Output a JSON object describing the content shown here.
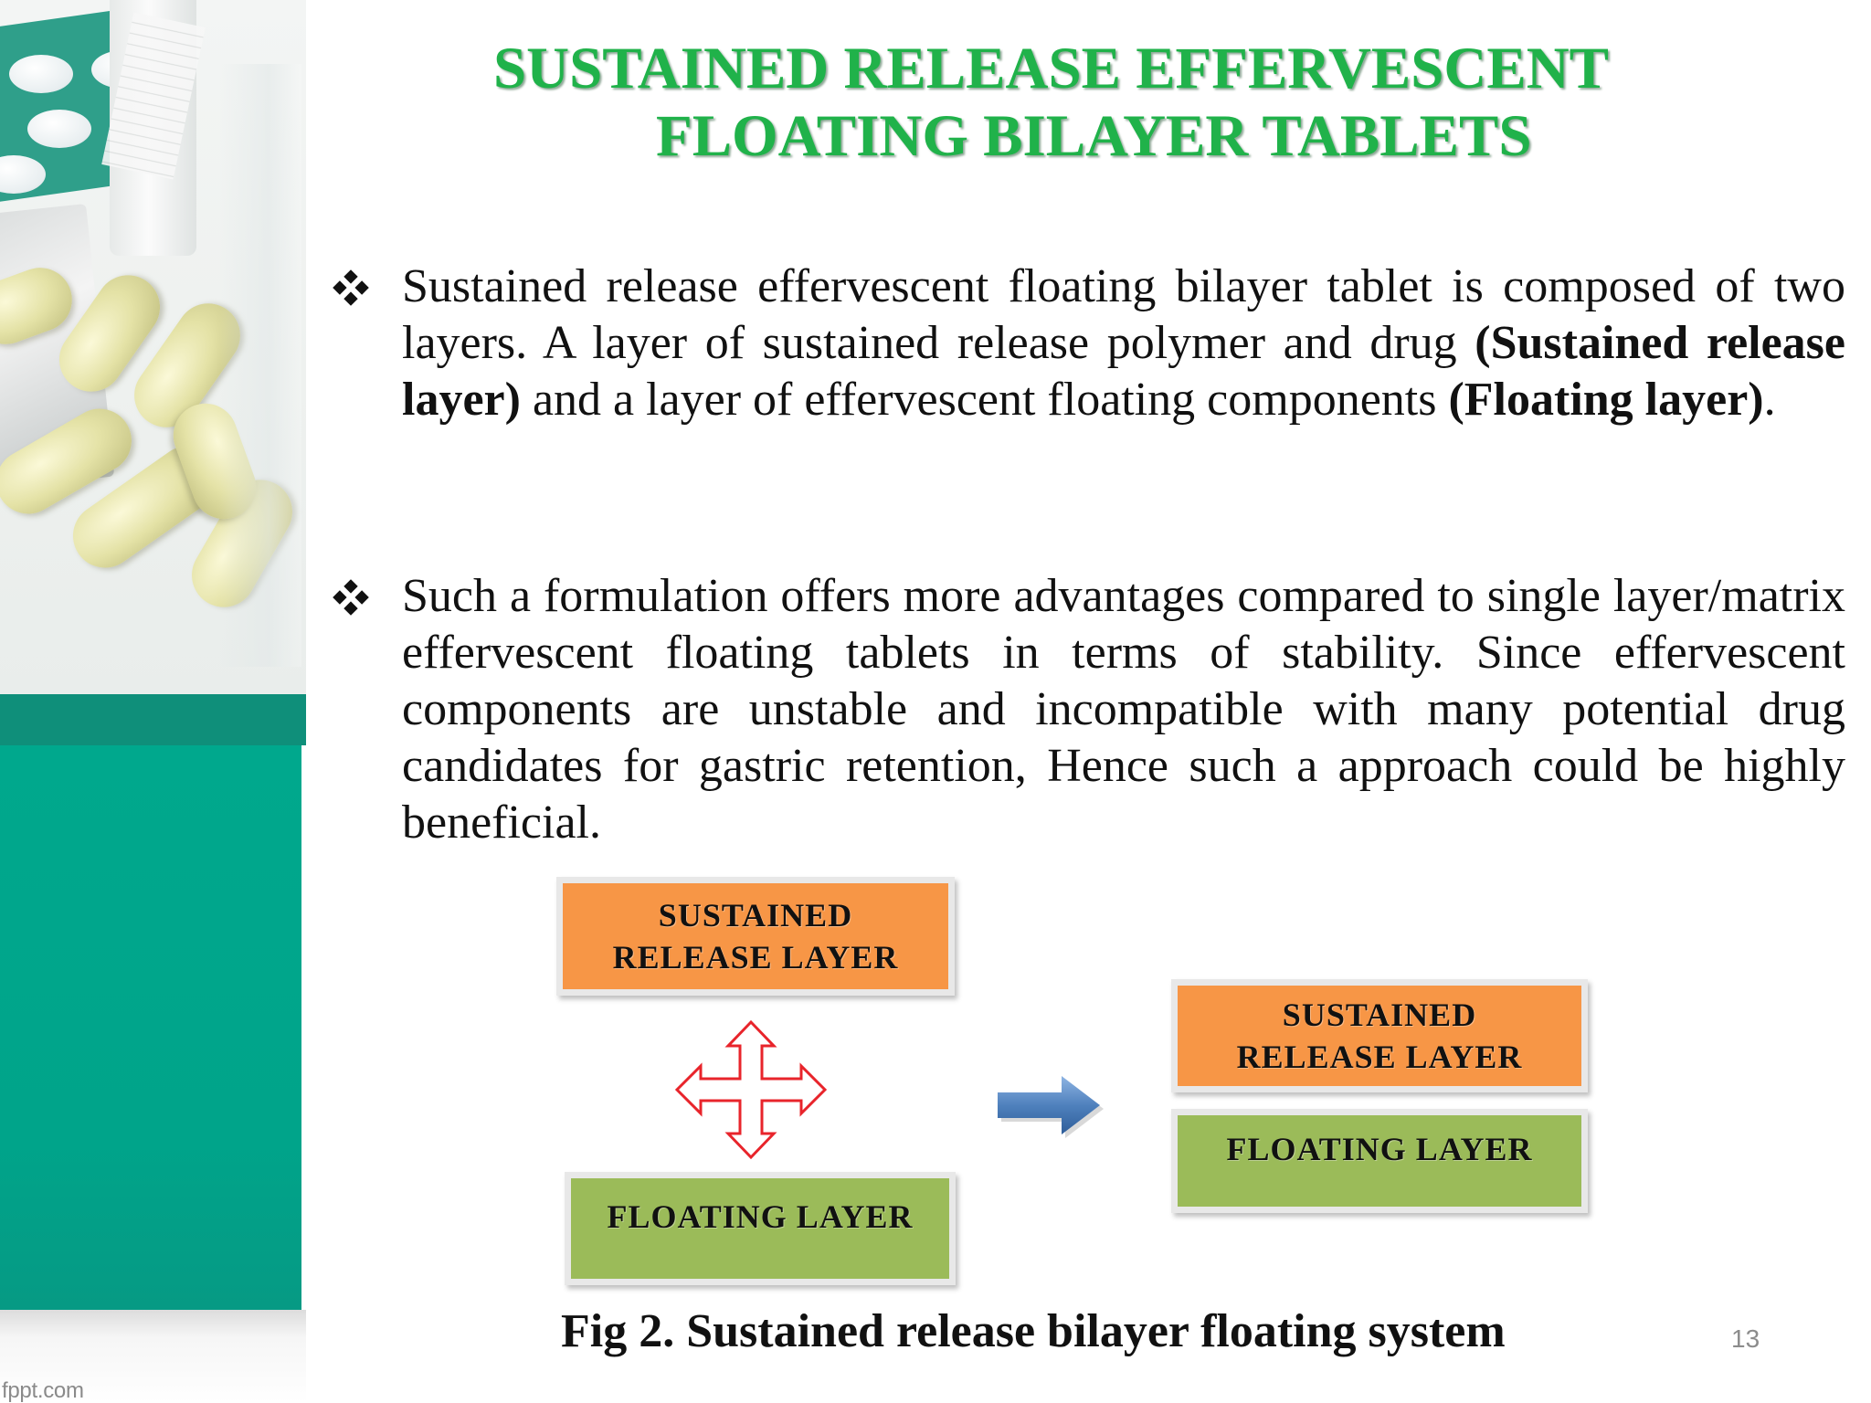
{
  "slide": {
    "title_line1": "SUSTAINED RELEASE EFFERVESCENT",
    "title_line2": "FLOATING BILAYER TABLETS",
    "page_number": "13",
    "watermark": "fppt.com"
  },
  "bullets": [
    {
      "icon": "four-diamond-bullet-icon",
      "text_1": "Sustained release effervescent floating bilayer tablet is composed of two layers. A layer of sustained release polymer and drug ",
      "bold_1": "(Sustained release layer)",
      "text_2": " and a layer of effervescent floating components ",
      "bold_2": "(Floating layer)",
      "text_3": "."
    },
    {
      "icon": "four-diamond-bullet-icon",
      "text_1": "Such a formulation offers more advantages compared to single layer/matrix effervescent floating tablets in terms of stability. Since effervescent components are unstable and incompatible with many potential drug candidates for gastric retention, Hence such a approach could be highly beneficial."
    }
  ],
  "diagram": {
    "left_top_box": {
      "line1": "SUSTAINED",
      "line2": "RELEASE LAYER"
    },
    "left_bottom_box": {
      "label": "FLOATING LAYER"
    },
    "right_top_box": {
      "line1": "SUSTAINED",
      "line2": "RELEASE LAYER"
    },
    "right_bottom_box": {
      "label": "FLOATING LAYER"
    },
    "center_icon": "four-way-arrows-icon",
    "transition_icon": "right-arrow-icon",
    "caption": "Fig 2. Sustained release bilayer floating system"
  },
  "colors": {
    "title_green": "#20b24a",
    "teal": "#00a88d",
    "orange_box": "#f79646",
    "green_box": "#9bbb59",
    "arrow_red": "#e8242b",
    "arrow_blue": "#4f81bd"
  }
}
